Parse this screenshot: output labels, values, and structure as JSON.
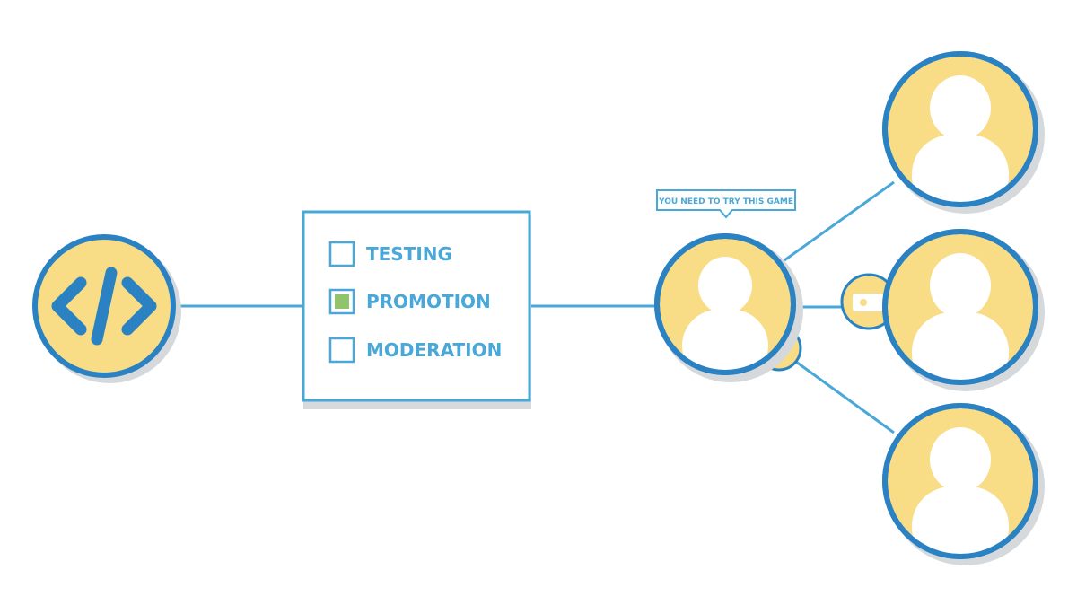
{
  "developer_node": {
    "icon": "code-brackets-icon"
  },
  "checklist": {
    "items": [
      {
        "label": "TESTING",
        "checked": false
      },
      {
        "label": "PROMOTION",
        "checked": true
      },
      {
        "label": "MODERATION",
        "checked": false
      }
    ],
    "checked_color": "#8fc46a"
  },
  "speech_bubble": {
    "text": "YOU NEED TO TRY THIS GAME"
  },
  "users": {
    "central_icon": "user-avatar-icon",
    "recipient_icons": [
      "user-avatar-icon",
      "user-avatar-icon",
      "user-avatar-icon"
    ]
  },
  "colors": {
    "accent_blue": "#4aa8d8",
    "ring_blue": "#2a82c3",
    "avatar_yellow": "#f8dc86",
    "background": "#ffffff"
  }
}
